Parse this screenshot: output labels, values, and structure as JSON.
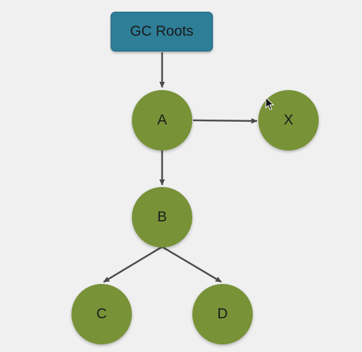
{
  "diagram": {
    "root_label": "GC Roots",
    "nodes": {
      "a": "A",
      "x": "X",
      "b": "B",
      "c": "C",
      "d": "D"
    },
    "edges": [
      [
        "GC Roots",
        "A"
      ],
      [
        "A",
        "X"
      ],
      [
        "A",
        "B"
      ],
      [
        "B",
        "C"
      ],
      [
        "B",
        "D"
      ]
    ]
  },
  "colors": {
    "background": "#f0f0f0",
    "root_fill": "#2e7e98",
    "node_fill": "#789238",
    "edge": "#4a4a4a"
  }
}
